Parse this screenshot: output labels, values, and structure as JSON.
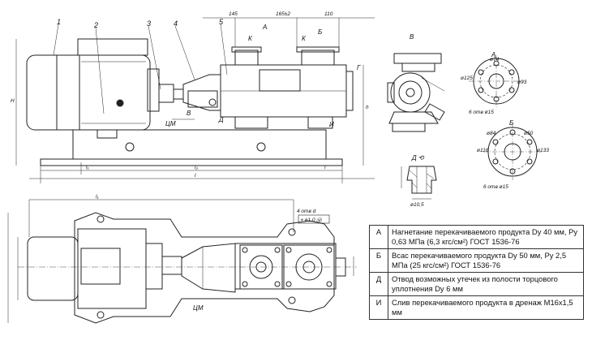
{
  "callouts": [
    "1",
    "2",
    "3",
    "4",
    "5"
  ],
  "view_labels": {
    "top_v": "В",
    "right_a": "А",
    "right_b": "Б",
    "detail_d": "Д ⟲"
  },
  "marks": {
    "A": "А",
    "B": "Б",
    "V": "В",
    "G": "Г",
    "D": "Д",
    "I": "И",
    "K1": "К",
    "K2": "К",
    "CM1": "ЦМ",
    "CM2": "ЦМ"
  },
  "dims": {
    "d145": "145",
    "d165": "165±2",
    "d110": "110",
    "H": "H",
    "h": "h",
    "l1_top": "l₁",
    "l2_top": "l₂",
    "l_top": "l",
    "l_right": "l",
    "L1_bottom": "l₁",
    "flange_a_d125": "ø125",
    "flange_a_d74": "ø74",
    "flange_a_d93": "ø93",
    "flange_a_holes": "6 отв ø15",
    "flange_b_d116": "ø116",
    "flange_b_d84": "ø84",
    "flange_b_d50": "ø50",
    "flange_b_d133": "ø133",
    "flange_b_holes": "6 отв ø15",
    "detail_d10": "ø10,5",
    "holes4": "4 отв d",
    "tol_box": "⌖ ø1,0 Ⓜ"
  },
  "legend": [
    {
      "key": "А",
      "text": "Нагнетание перекачиваемого продукта Dy 40 мм, Ру 0,63 МПа (6,3 кгс/см²) ГОСТ 1536-76"
    },
    {
      "key": "Б",
      "text": "Всас перекачиваемого продукта Dy 50 мм, Ру 2,5 МПа (25 кгс/см²) ГОСТ 1536-76"
    },
    {
      "key": "Д",
      "text": "Отвод возможных утечек из полости торцового уплотнения Dy 6 мм"
    },
    {
      "key": "И",
      "text": "Слив перекачиваемого продукта в дренаж М16х1,5 мм"
    }
  ]
}
